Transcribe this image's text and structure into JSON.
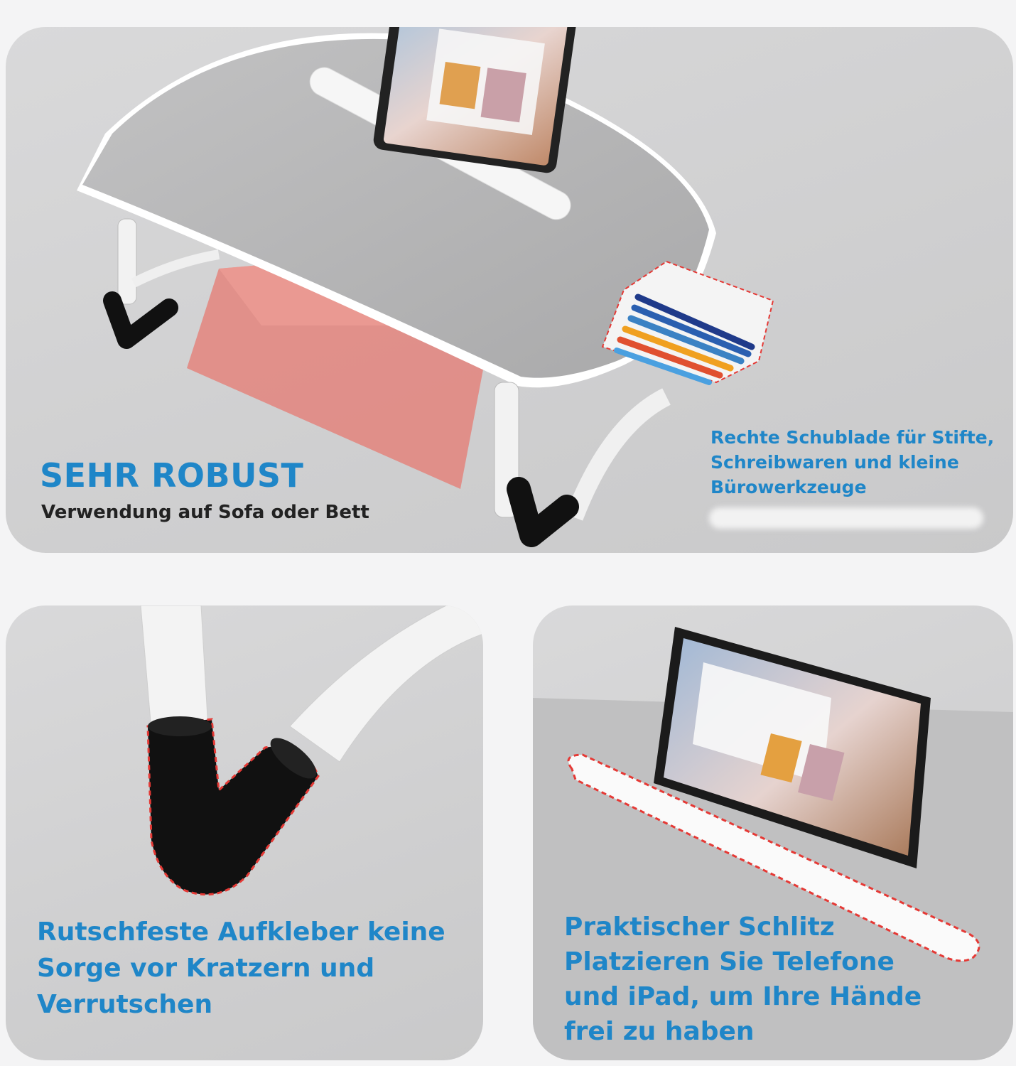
{
  "top_panel": {
    "title": "SEHR ROBUST",
    "subtitle": "Verwendung auf Sofa oder Bett",
    "drawer_lines": [
      "Rechte Schublade für Stifte,",
      "Schreibwaren und kleine",
      "Bürowerkzeuge"
    ]
  },
  "bottom_left": {
    "lines": [
      "Rutschfeste Aufkleber keine",
      "Sorge vor Kratzern und",
      "Verrutschen"
    ]
  },
  "bottom_right": {
    "lines": [
      "Praktischer Schlitz",
      "Platzieren Sie Telefone",
      "und iPad, um Ihre Hände",
      "frei zu haben"
    ]
  },
  "colors": {
    "accent_blue": "#1f86c8",
    "highlight_red": "#e53935",
    "panel_gray": "#d3d3d4",
    "tabletop_gray": "#b4b4b5"
  }
}
